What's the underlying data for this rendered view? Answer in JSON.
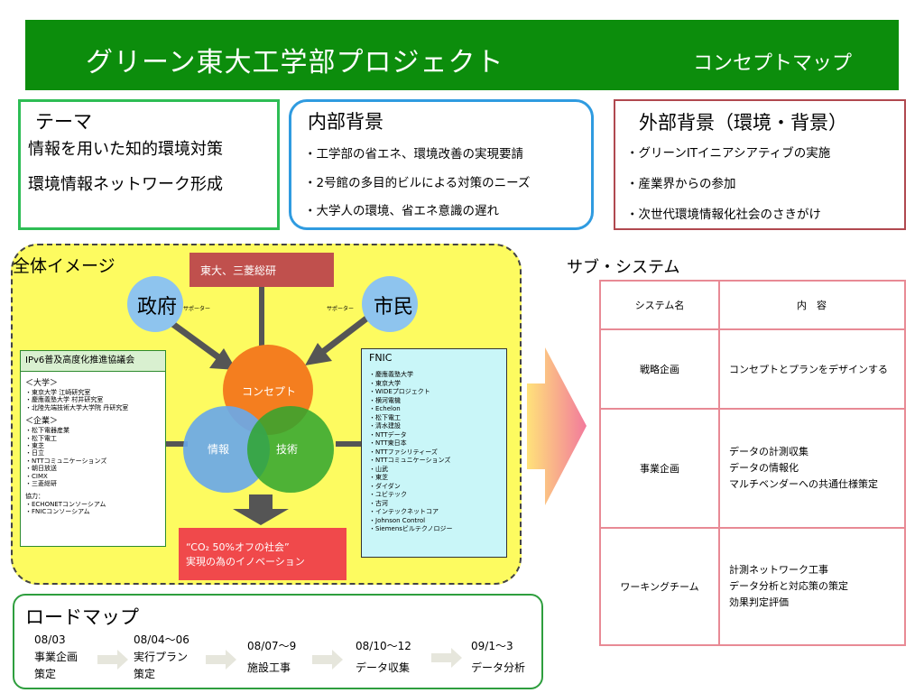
{
  "header": {
    "title": "グリーン東大工学部プロジェクト",
    "subtitle": "コンセプトマップ"
  },
  "theme": {
    "title": "テーマ",
    "lines": [
      "情報を用いた知的環境対策",
      "環境情報ネットワーク形成"
    ]
  },
  "inner_background": {
    "title": "内部背景",
    "items": [
      "・工学部の省エネ、環境改善の実現要請",
      "・2号館の多目的ビルによる対策のニーズ",
      "・大学人の環境、省エネ意識の遅れ"
    ]
  },
  "outer_background": {
    "title": "外部背景（環境・背景）",
    "items": [
      "・グリーンITイニアシアティブの実施",
      "・産業界からの参加",
      "・次世代環境情報化社会のさきがけ"
    ]
  },
  "overview": {
    "title": "全体イメージ",
    "top_box": "東大、三菱総研",
    "government": "政府",
    "citizens": "市民",
    "supporter_label": "サポーター",
    "concept": "コンセプト",
    "information": "情報",
    "technology": "技術",
    "bottom_box": [
      "“CO₂ 50%オフの社会”",
      "実現の為のイノベーション"
    ],
    "left_panel": {
      "title": "IPv6普及高度化推進協議会",
      "university_heading": "＜大学＞",
      "university_items": [
        "・東京大学 江崎研究室",
        "・慶應義塾大学 村井研究室",
        "・北陸先端技術大学大学院 丹研究室"
      ],
      "company_heading": "＜企業＞",
      "company_items": [
        "・松下電器産業",
        "・松下電工",
        "・東芝",
        "・日立",
        "・NTTコミュニケーションズ",
        "・朝日放送",
        "・CIMX",
        "・三菱総研"
      ],
      "coop_heading": "協力：",
      "coop_items": [
        "・ECHONETコンソーシアム",
        "・FNICコンソーシアム"
      ]
    },
    "right_panel": {
      "title": "FNIC",
      "items": [
        "・慶應義塾大学",
        "・東京大学",
        "・WIDEプロジェクト",
        "・横河電機",
        "・Echelon",
        "・松下電工",
        "・清水建設",
        "・NTTデータ",
        "・NTT東日本",
        "・NTTファシリティーズ",
        "・NTTコミュニケーションズ",
        "・山武",
        "・東芝",
        "・ダイダン",
        "・ユビテック",
        "・古河",
        "・インテックネットコア",
        "・Johnson Control",
        "・Siemensビルテクノロジー"
      ]
    }
  },
  "subsystem": {
    "title": "サブ・システム",
    "headers": [
      "システム名",
      "内　容"
    ],
    "rows": [
      {
        "name": "戦略企画",
        "content": [
          "コンセプトとプランをデザインする"
        ]
      },
      {
        "name": "事業企画",
        "content": [
          "データの計測収集",
          "データの情報化",
          "マルチベンダーへの共通仕様策定"
        ]
      },
      {
        "name": "ワーキングチーム",
        "content": [
          "計測ネットワーク工事",
          "データ分析と対応策の策定",
          "効果判定評価"
        ]
      }
    ]
  },
  "roadmap": {
    "title": "ロードマップ",
    "steps": [
      {
        "date": "08/03",
        "lines": [
          "事業企画",
          "策定"
        ]
      },
      {
        "date": "08/04〜06",
        "lines": [
          "実行プラン",
          "策定"
        ]
      },
      {
        "date": "08/07〜9",
        "lines": [
          "施設工事"
        ]
      },
      {
        "date": "08/10〜12",
        "lines": [
          "データ収集"
        ]
      },
      {
        "date": "09/1〜3",
        "lines": [
          "データ分析"
        ]
      }
    ]
  },
  "colors": {
    "header_green": "#0c8d0c",
    "overview_yellow": "#fdfb60",
    "concept_orange": "#f47e1f",
    "info_blue": "#6aa8e8",
    "tech_green": "#2fa52f",
    "arrow_gray": "#555555",
    "red_box": "#f0494b",
    "top_box": "#c0504d"
  }
}
